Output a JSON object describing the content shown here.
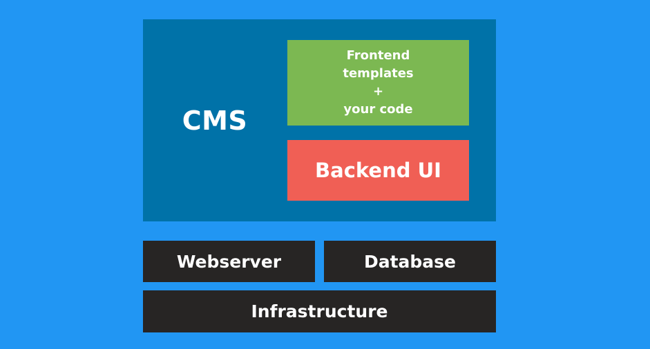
{
  "cms": {
    "label": "CMS",
    "frontend": {
      "lines": [
        "Frontend",
        "templates",
        "+",
        "your code"
      ]
    },
    "backend": {
      "label": "Backend UI"
    }
  },
  "stack": {
    "webserver": "Webserver",
    "database": "Database",
    "infrastructure": "Infrastructure"
  },
  "colors": {
    "background": "#2196f3",
    "cms_block": "#0072a8",
    "frontend": "#7cb852",
    "backend": "#f05f55",
    "stack_blocks": "#272524",
    "text": "#ffffff"
  }
}
